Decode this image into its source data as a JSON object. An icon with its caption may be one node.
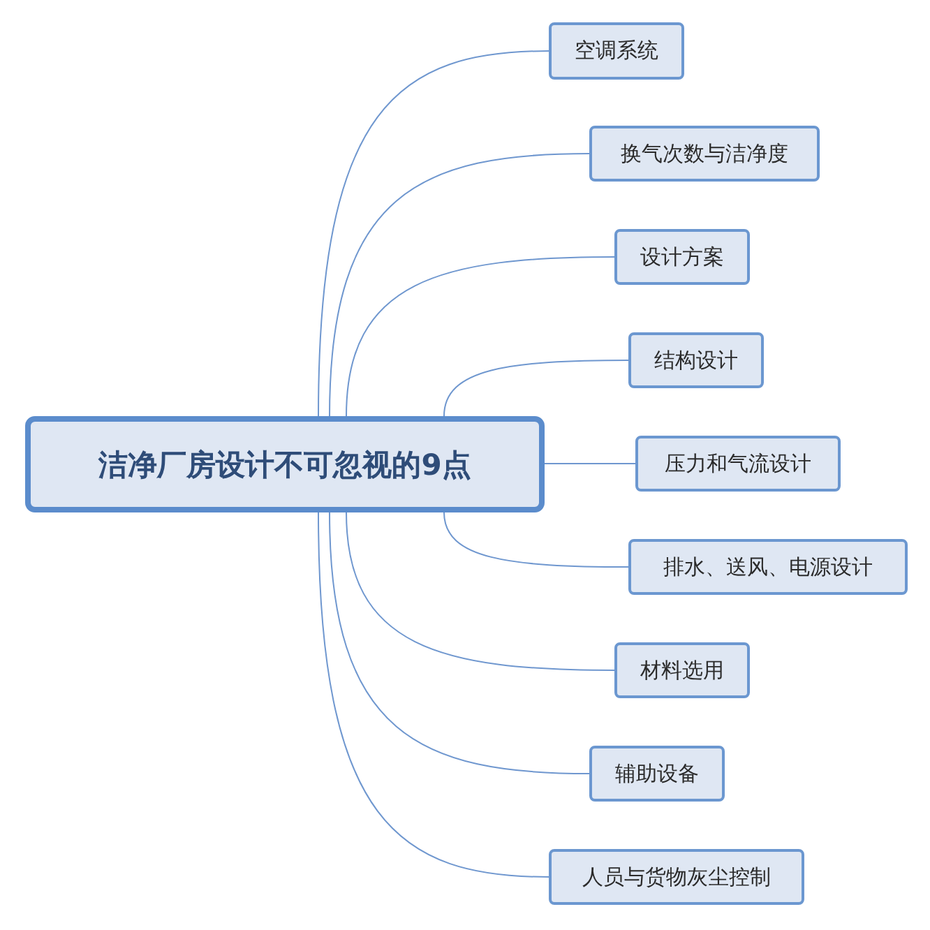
{
  "diagram": {
    "nodes": [
      {
        "text": [
          "洁净厂房设计不可忽视的9点"
        ]
      },
      {
        "text": [
          "空调系统"
        ]
      },
      {
        "text": [
          "换气次数与洁净度"
        ]
      },
      {
        "text": [
          "设计方案"
        ]
      },
      {
        "text": [
          "结构设计"
        ]
      },
      {
        "text": [
          "压力和气流设计"
        ]
      },
      {
        "text": [
          "排水、送风、电源设计"
        ]
      },
      {
        "text": [
          "材料选用"
        ]
      },
      {
        "text": [
          "辅助设备"
        ]
      },
      {
        "text": [
          "人员与货物灰尘控制"
        ]
      }
    ],
    "edges": [
      {
        "from": 0,
        "to": 1,
        "arrow": "none"
      },
      {
        "from": 0,
        "to": 2,
        "arrow": "none"
      },
      {
        "from": 0,
        "to": 3,
        "arrow": "none"
      },
      {
        "from": 0,
        "to": 4,
        "arrow": "none"
      },
      {
        "from": 0,
        "to": 5,
        "arrow": "none"
      },
      {
        "from": 0,
        "to": 6,
        "arrow": "none"
      },
      {
        "from": 0,
        "to": 7,
        "arrow": "none"
      },
      {
        "from": 0,
        "to": 8,
        "arrow": "none"
      },
      {
        "from": 0,
        "to": 9,
        "arrow": "none"
      }
    ]
  }
}
